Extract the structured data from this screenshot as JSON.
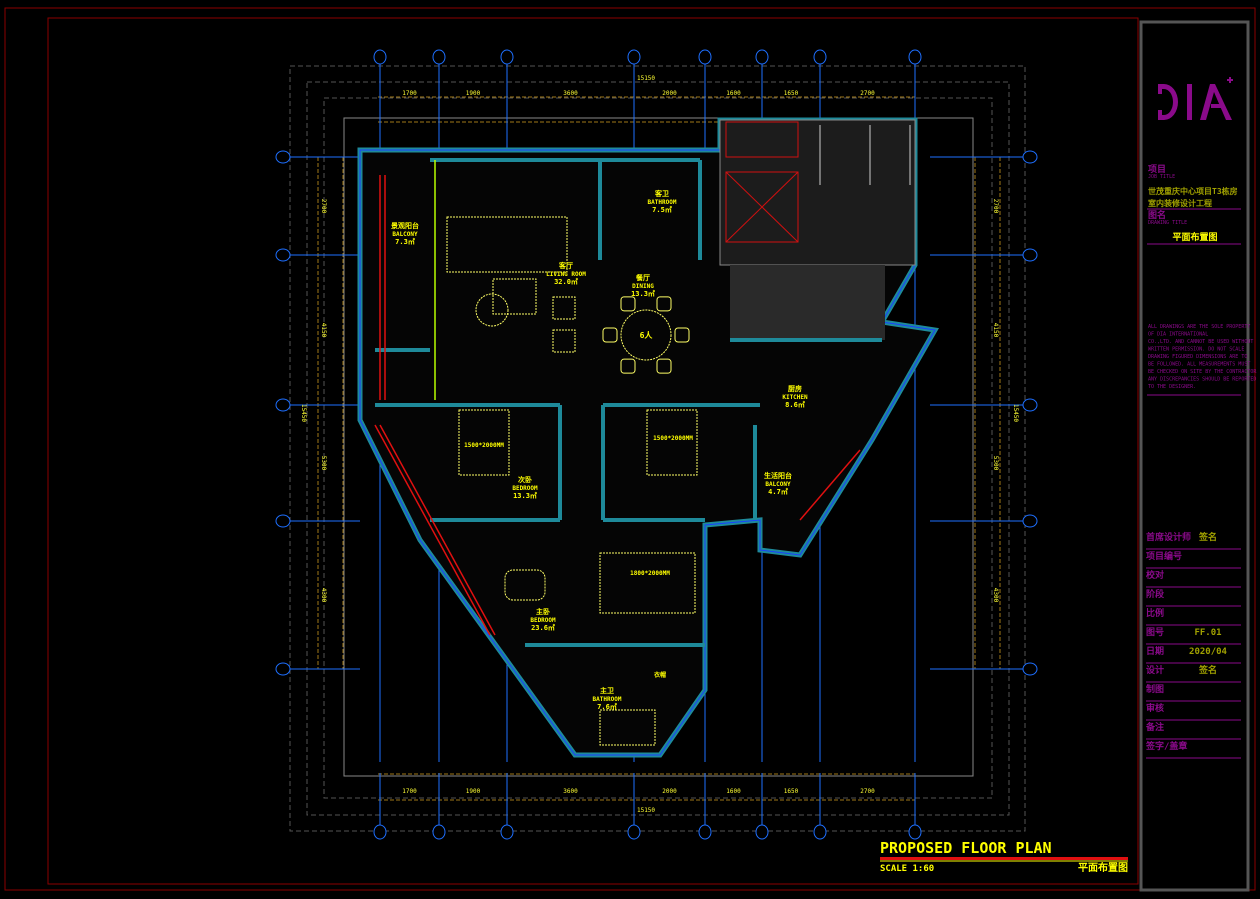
{
  "drawing": {
    "title": "PROPOSED FLOOR PLAN",
    "scale": "SCALE 1:60",
    "title_cn": "平面布置图"
  },
  "dimensions": {
    "top_total": "15150",
    "top": [
      "1700",
      "1900",
      "3600",
      "2000",
      "1600",
      "1650",
      "2700"
    ],
    "bottom_total": "15150",
    "bottom": [
      "1700",
      "1900",
      "3600",
      "2000",
      "1600",
      "1650",
      "2700"
    ],
    "left_total": "15450",
    "left": [
      "2700",
      "4150",
      "5300",
      "4300"
    ],
    "right_total": "15450",
    "right": [
      "2700",
      "4150",
      "5300",
      "4300"
    ]
  },
  "rooms": [
    {
      "cn": "景观阳台",
      "en": "BALCONY",
      "area": "7.3㎡"
    },
    {
      "cn": "客厅",
      "en": "LIVING ROOM",
      "area": "32.0㎡"
    },
    {
      "cn": "餐厅",
      "en": "DINING",
      "area": "13.3㎡"
    },
    {
      "cn": "客卫",
      "en": "BATHROOM",
      "area": "7.5㎡"
    },
    {
      "cn": "次卧",
      "en": "BEDROOM",
      "area": "13.3㎡"
    },
    {
      "cn": "厨房",
      "en": "KITCHEN",
      "area": "8.6㎡"
    },
    {
      "cn": "生活阳台",
      "en": "BALCONY",
      "area": "4.7㎡"
    },
    {
      "cn": "主卧",
      "en": "BEDROOM",
      "area": "23.6㎡"
    },
    {
      "cn": "主卫",
      "en": "BATHROOM",
      "area": "7.6㎡"
    }
  ],
  "furniture": {
    "table": "6人",
    "bed1": "1500*2000MM",
    "bed2": "1500*2000MM",
    "bed3": "1800*2000MM",
    "closet": "衣帽"
  },
  "title_block": {
    "logo": "DIA",
    "project_label": "项目",
    "project_label_en": "JOB TITLE",
    "project_name_1": "世茂重庆中心项目T3栋房",
    "project_name_2": "室内装修设计工程",
    "drawing_label": "图名",
    "drawing_label_en": "DRAWING TITLE",
    "drawing_name": "平面布置图",
    "notes": [
      "ALL DRAWINGS ARE THE SOLE PROPERTY",
      "OF DIA INTERNATIONAL",
      "CO.,LTD. AND CANNOT BE USED WITHOUT",
      "WRITTEN PERMISSION. DO NOT SCALE",
      "DRAWING FIGURED DIMENSIONS ARE TO",
      "BE FOLLOWED. ALL MEASUREMENTS MUST",
      "BE CHECKED ON SITE BY THE CONTRACTOR",
      "ANY DISCREPANCIES SHOULD BE REPORTED",
      "TO THE DESIGNER."
    ],
    "rows": [
      {
        "label": "首席设计师",
        "value": "签名"
      },
      {
        "label": "项目编号",
        "value": ""
      },
      {
        "label": "校对",
        "value": ""
      },
      {
        "label": "阶段",
        "value": ""
      },
      {
        "label": "比例",
        "value": ""
      },
      {
        "label": "图号",
        "value": "FF.01"
      },
      {
        "label": "日期",
        "value": "2020/04"
      },
      {
        "label": "设计",
        "value": "签名"
      },
      {
        "label": "制图",
        "value": ""
      },
      {
        "label": "审核",
        "value": ""
      },
      {
        "label": "备注",
        "value": ""
      },
      {
        "label": "签字/盖章",
        "value": ""
      }
    ]
  },
  "colors": {
    "wall": "#1e8a9a",
    "frame": "#8b0000",
    "accent": "#8a0a8a",
    "text": "#ffff00",
    "grid": "#1e6fff"
  }
}
